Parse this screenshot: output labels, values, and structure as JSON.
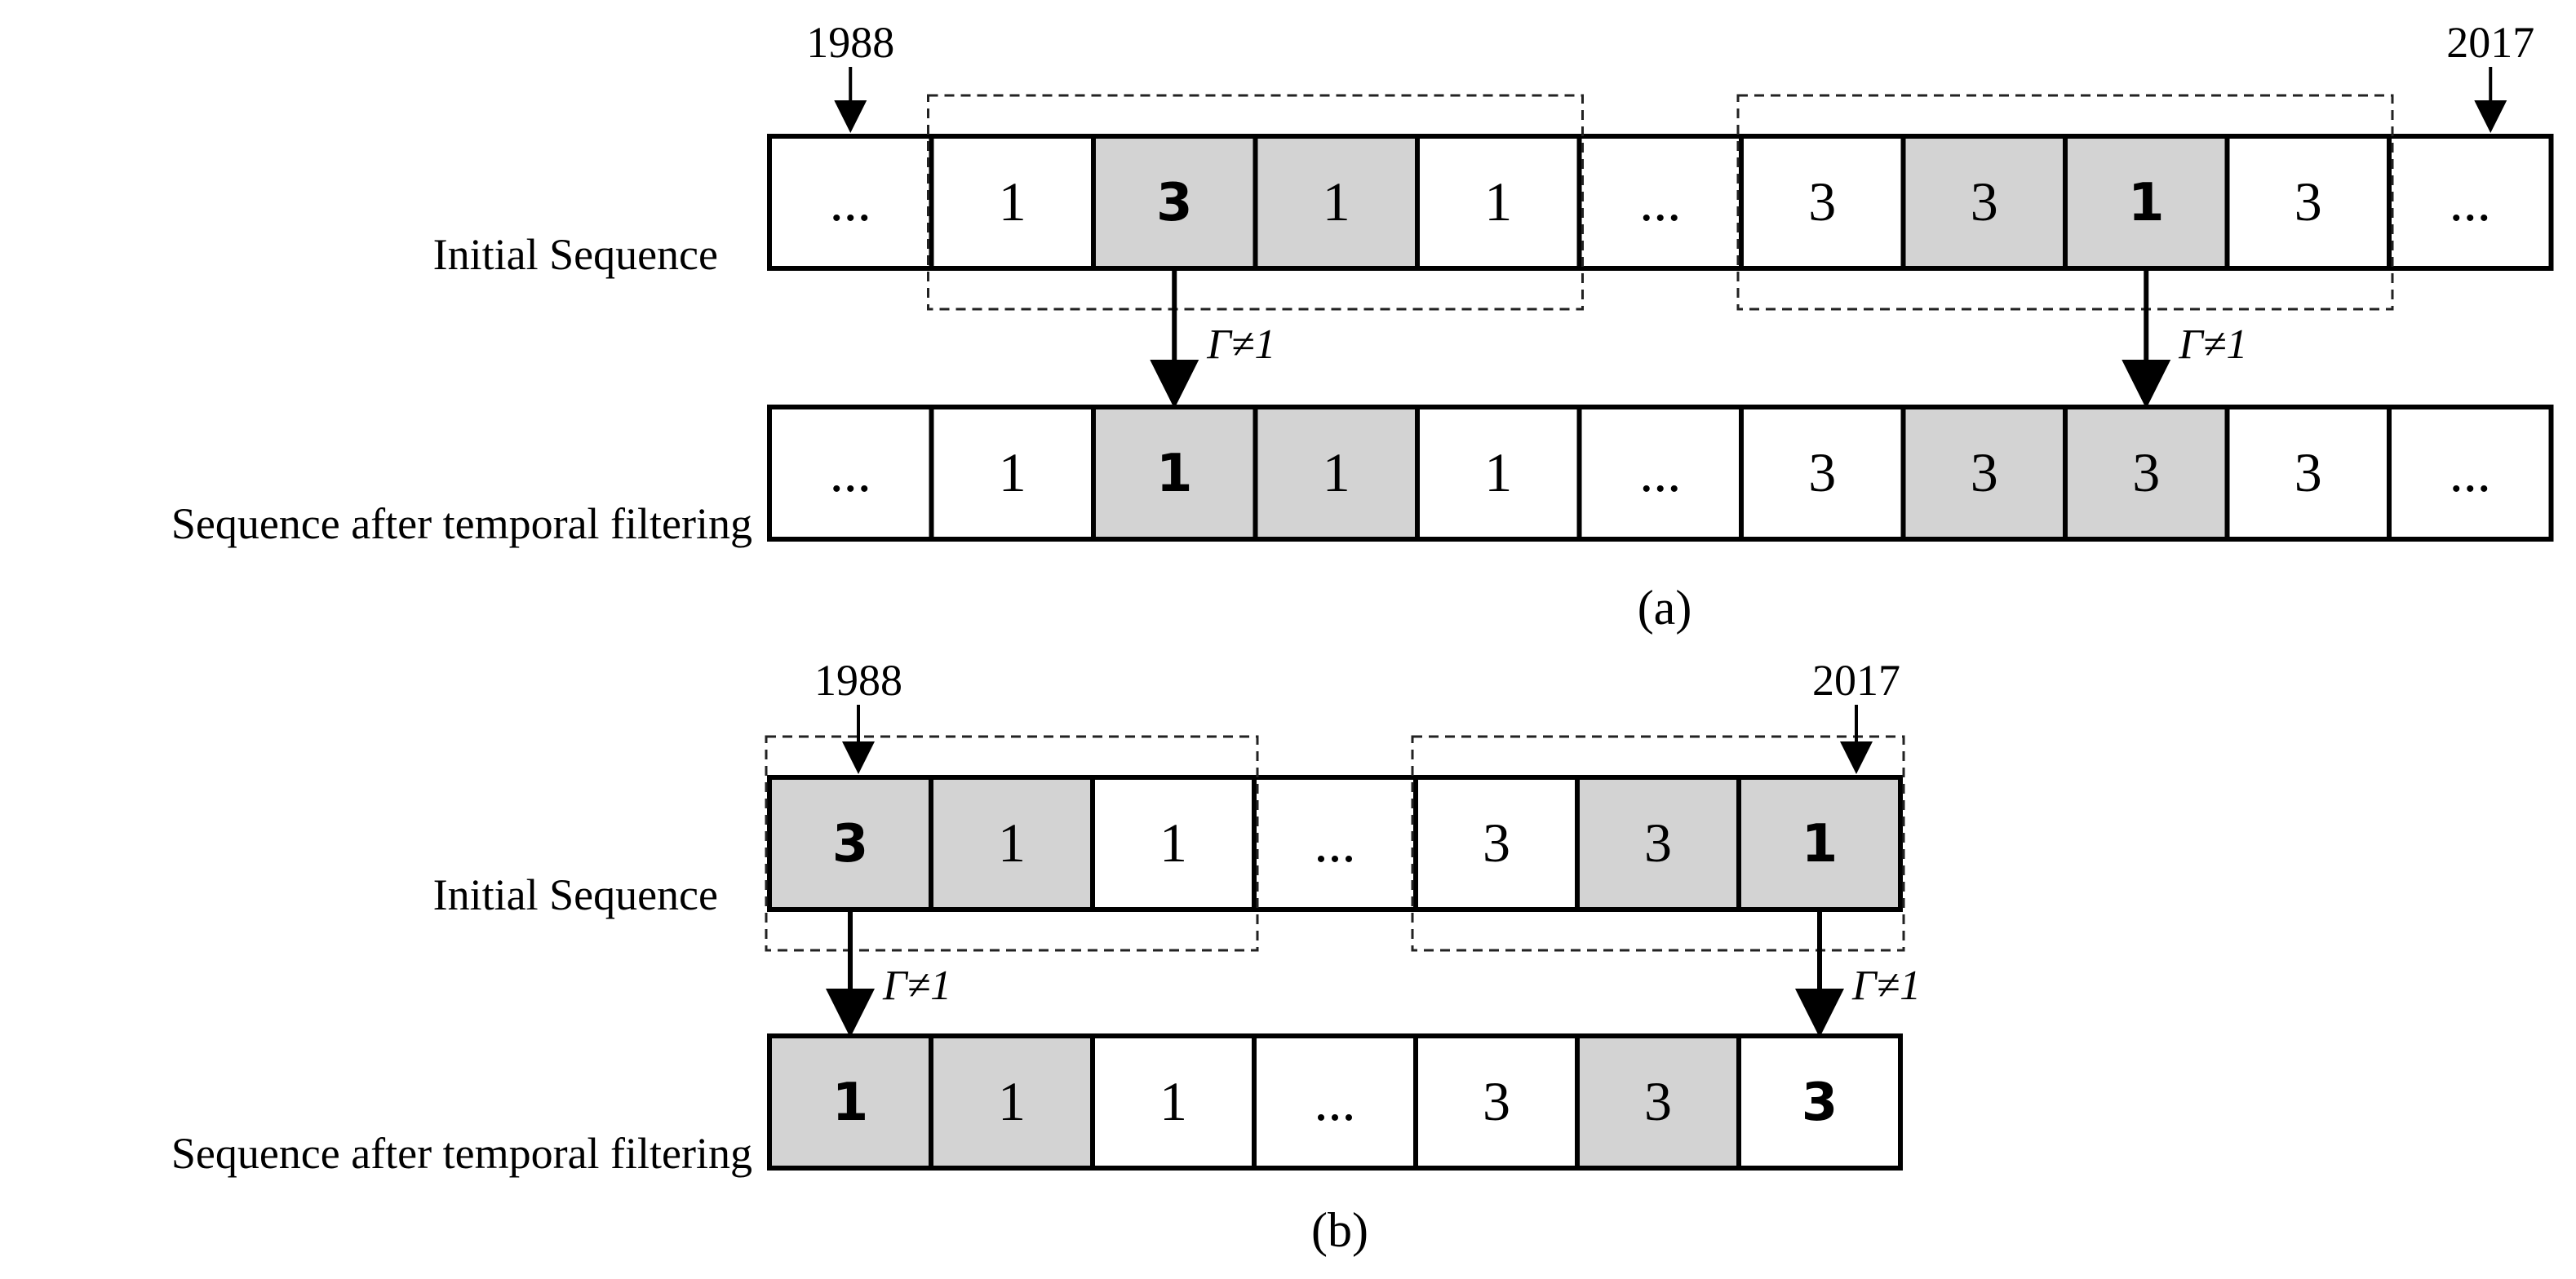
{
  "panels": [
    {
      "caption": "(a)",
      "initial_label": "Initial Sequence",
      "filtered_label": "Sequence after temporal filtering",
      "start_year": "1988",
      "end_year": "2017",
      "initial": [
        {
          "v": "...",
          "shaded": false,
          "bold": false
        },
        {
          "v": "1",
          "shaded": false,
          "bold": false
        },
        {
          "v": "3",
          "shaded": true,
          "bold": true
        },
        {
          "v": "1",
          "shaded": true,
          "bold": false
        },
        {
          "v": "1",
          "shaded": false,
          "bold": false
        },
        {
          "v": "...",
          "shaded": false,
          "bold": false
        },
        {
          "v": "3",
          "shaded": false,
          "bold": false
        },
        {
          "v": "3",
          "shaded": true,
          "bold": false
        },
        {
          "v": "1",
          "shaded": true,
          "bold": true
        },
        {
          "v": "3",
          "shaded": false,
          "bold": false
        },
        {
          "v": "...",
          "shaded": false,
          "bold": false
        }
      ],
      "filtered": [
        {
          "v": "...",
          "shaded": false,
          "bold": false
        },
        {
          "v": "1",
          "shaded": false,
          "bold": false
        },
        {
          "v": "1",
          "shaded": true,
          "bold": true
        },
        {
          "v": "1",
          "shaded": true,
          "bold": false
        },
        {
          "v": "1",
          "shaded": false,
          "bold": false
        },
        {
          "v": "...",
          "shaded": false,
          "bold": false
        },
        {
          "v": "3",
          "shaded": false,
          "bold": false
        },
        {
          "v": "3",
          "shaded": true,
          "bold": false
        },
        {
          "v": "3",
          "shaded": true,
          "bold": false
        },
        {
          "v": "3",
          "shaded": false,
          "bold": false
        },
        {
          "v": "...",
          "shaded": false,
          "bold": false
        }
      ],
      "windows": [
        [
          1,
          4
        ],
        [
          6,
          9
        ]
      ],
      "filter_arrows": [
        {
          "cell": 2,
          "label": "Γ≠1"
        },
        {
          "cell": 8,
          "label": "Γ≠1"
        }
      ]
    },
    {
      "caption": "(b)",
      "initial_label": "Initial Sequence",
      "filtered_label": "Sequence after temporal filtering",
      "start_year": "1988",
      "end_year": "2017",
      "initial": [
        {
          "v": "3",
          "shaded": true,
          "bold": true
        },
        {
          "v": "1",
          "shaded": true,
          "bold": false
        },
        {
          "v": "1",
          "shaded": false,
          "bold": false
        },
        {
          "v": "...",
          "shaded": false,
          "bold": false
        },
        {
          "v": "3",
          "shaded": false,
          "bold": false
        },
        {
          "v": "3",
          "shaded": true,
          "bold": false
        },
        {
          "v": "1",
          "shaded": true,
          "bold": true
        }
      ],
      "filtered": [
        {
          "v": "1",
          "shaded": true,
          "bold": true
        },
        {
          "v": "1",
          "shaded": true,
          "bold": false
        },
        {
          "v": "1",
          "shaded": false,
          "bold": false
        },
        {
          "v": "...",
          "shaded": false,
          "bold": false
        },
        {
          "v": "3",
          "shaded": false,
          "bold": false
        },
        {
          "v": "3",
          "shaded": true,
          "bold": false
        },
        {
          "v": "3",
          "shaded": false,
          "bold": true
        }
      ],
      "windows": [
        [
          0,
          2
        ],
        [
          4,
          6
        ]
      ],
      "filter_arrows": [
        {
          "cell": 0,
          "label": "Γ≠1"
        },
        {
          "cell": 6,
          "label": "Γ≠1"
        }
      ]
    }
  ],
  "colors": {
    "shade": "#d3d3d3",
    "line": "#000000",
    "dashed": "#222222"
  }
}
